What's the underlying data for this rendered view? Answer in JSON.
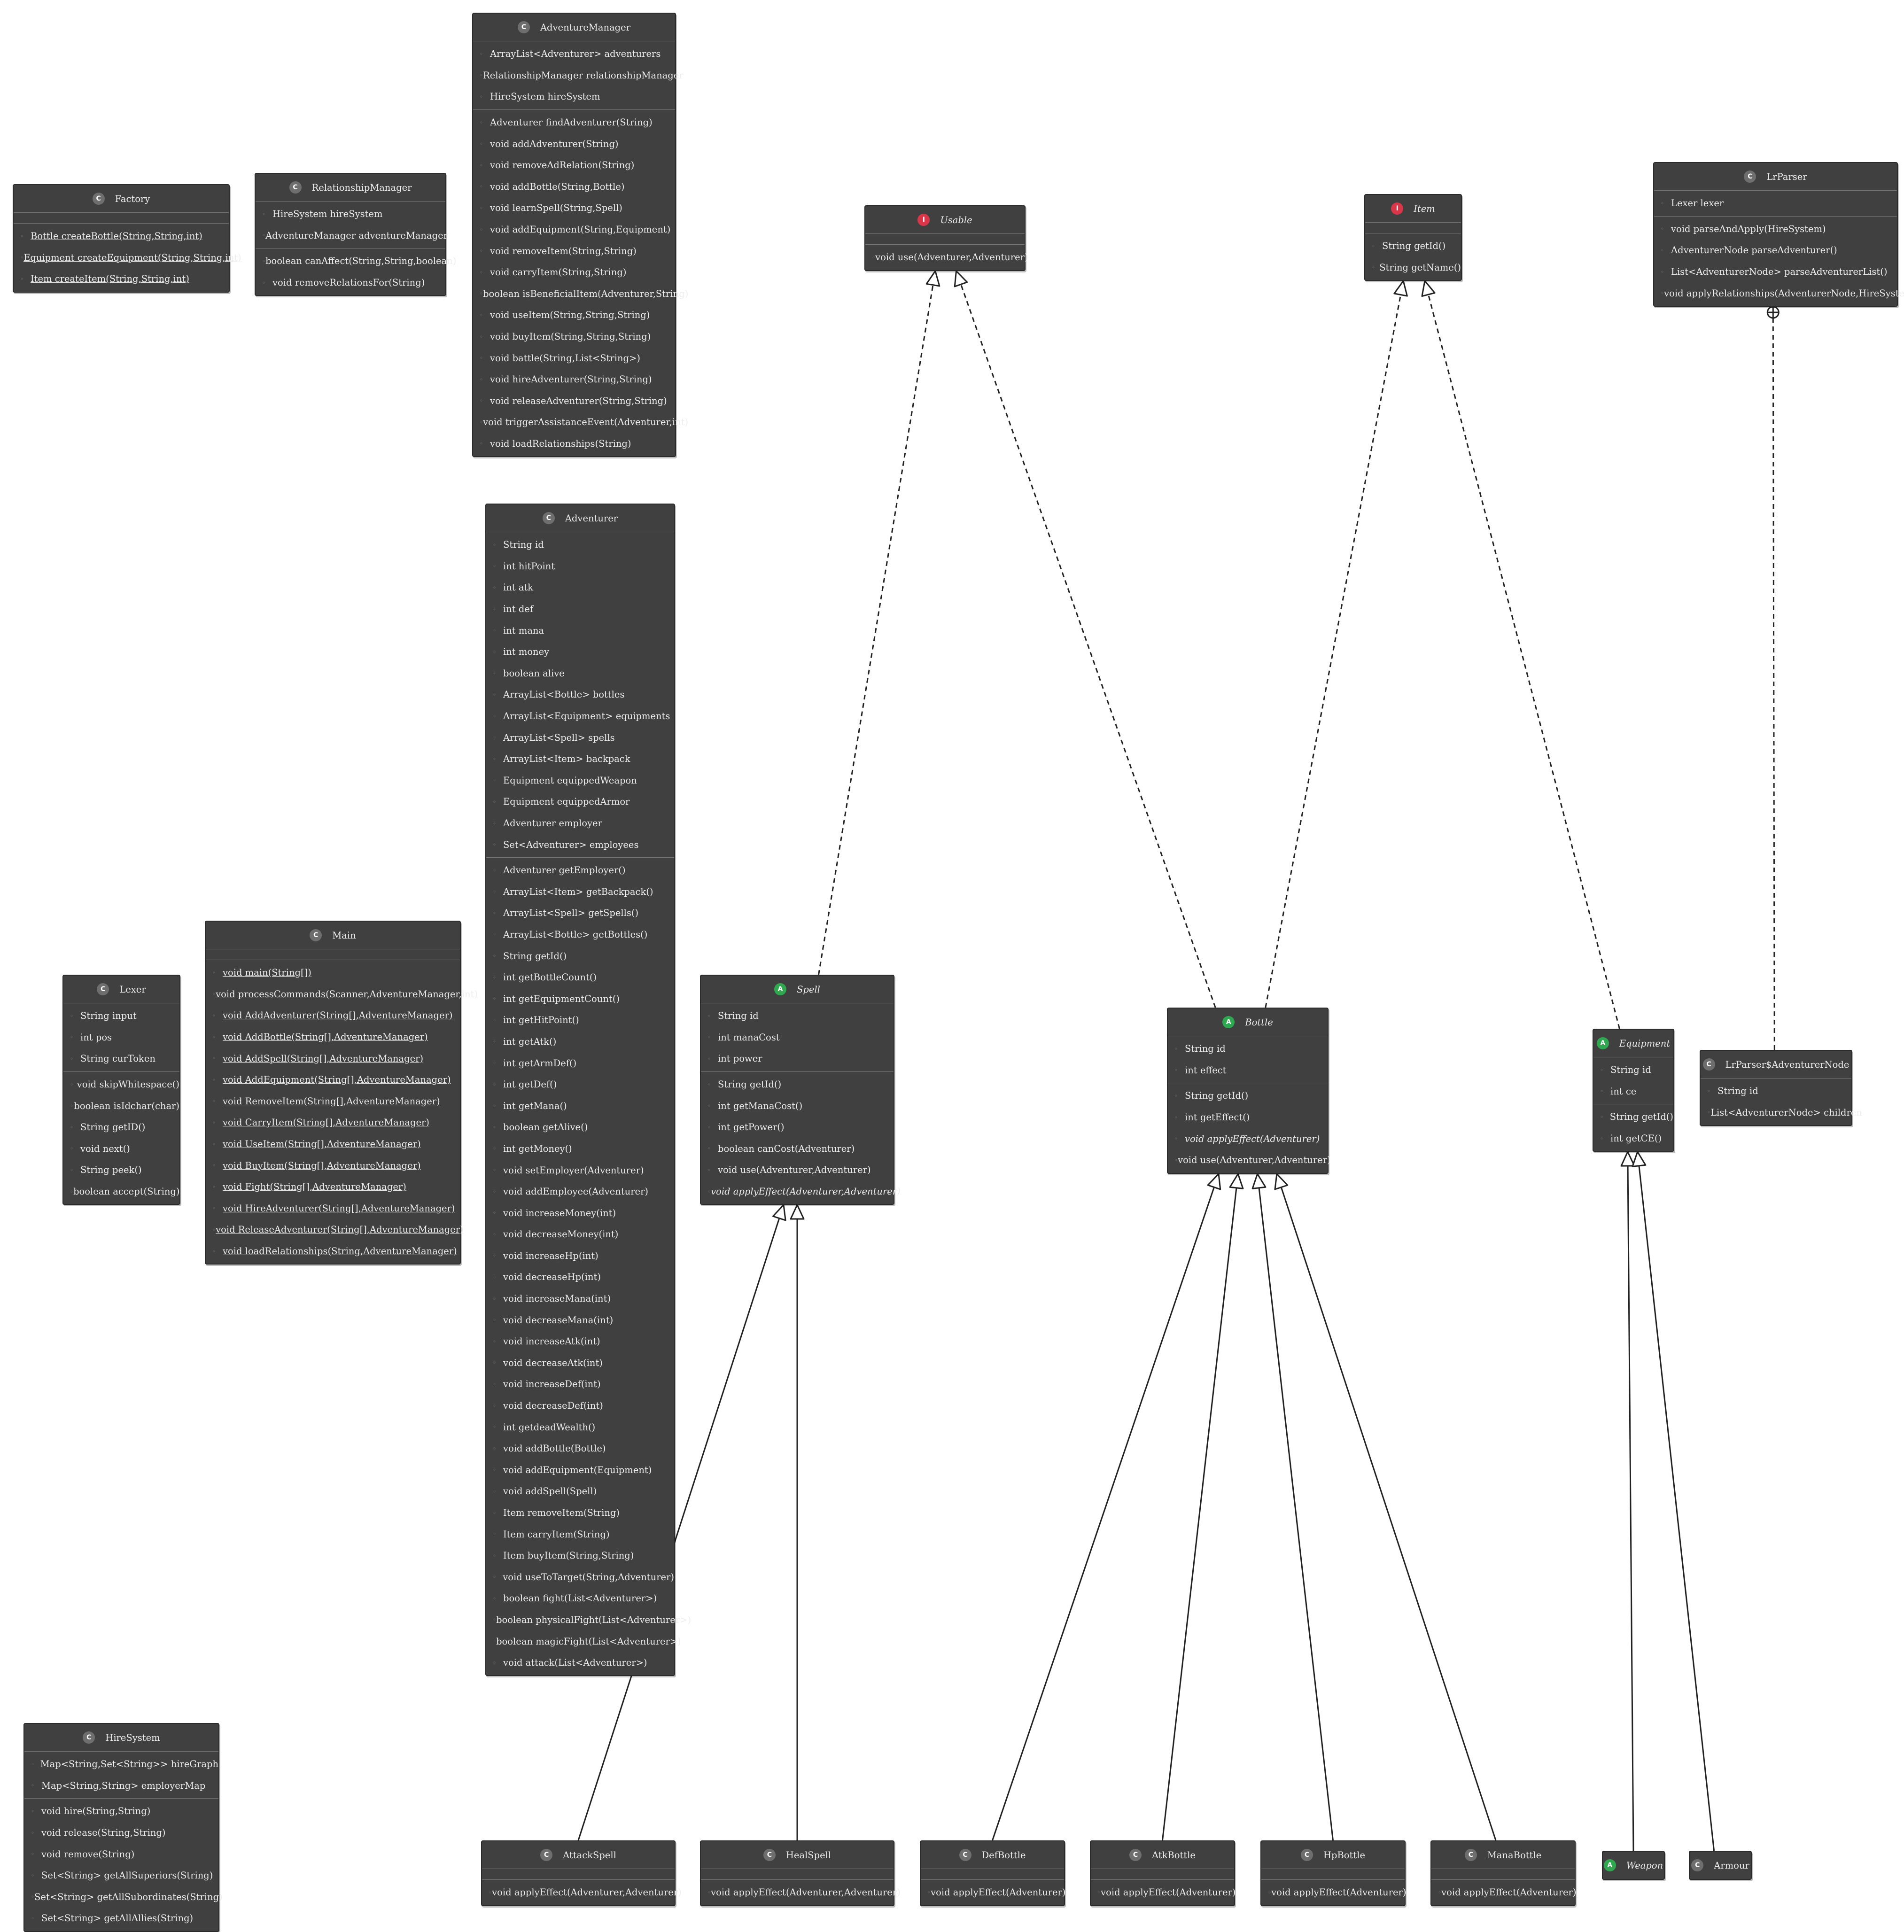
{
  "classes": {
    "AdventureManager": {
      "stereotype": "C",
      "kind": "class",
      "name": "AdventureManager",
      "fields": [
        "ArrayList<Adventurer> adventurers",
        "RelationshipManager relationshipManager",
        "HireSystem hireSystem"
      ],
      "methods": [
        "Adventurer findAdventurer(String)",
        "void addAdventurer(String)",
        "void removeAdRelation(String)",
        "void addBottle(String,Bottle)",
        "void learnSpell(String,Spell)",
        "void addEquipment(String,Equipment)",
        "void removeItem(String,String)",
        "void carryItem(String,String)",
        "boolean isBeneficialItem(Adventurer,String)",
        "void useItem(String,String,String)",
        "void buyItem(String,String,String)",
        "void battle(String,List<String>)",
        "void hireAdventurer(String,String)",
        "void releaseAdventurer(String,String)",
        "void triggerAssistanceEvent(Adventurer,int)",
        "void loadRelationships(String)"
      ]
    },
    "Factory": {
      "stereotype": "C",
      "kind": "class",
      "name": "Factory",
      "fields": [],
      "methods": [
        "Bottle createBottle(String,String,int)",
        "Equipment createEquipment(String,String,int)",
        "Item createItem(String,String,int)"
      ]
    },
    "RelationshipManager": {
      "stereotype": "C",
      "kind": "class",
      "name": "RelationshipManager",
      "fields": [
        "HireSystem hireSystem",
        "AdventureManager adventureManager"
      ],
      "methods": [
        "boolean canAffect(String,String,boolean)",
        "void removeRelationsFor(String)"
      ]
    },
    "Usable": {
      "stereotype": "I",
      "kind": "interface",
      "name": "Usable",
      "fields": [],
      "methods": [
        "void use(Adventurer,Adventurer)"
      ]
    },
    "Item": {
      "stereotype": "I",
      "kind": "interface",
      "name": "Item",
      "fields": [],
      "methods": [
        "String getId()",
        "String getName()"
      ]
    },
    "LrParser": {
      "stereotype": "C",
      "kind": "class",
      "name": "LrParser",
      "fields": [
        "Lexer lexer"
      ],
      "methods": [
        "void parseAndApply(HireSystem)",
        "AdventurerNode parseAdventurer()",
        "List<AdventurerNode> parseAdventurerList()",
        "void applyRelationships(AdventurerNode,HireSystem)"
      ]
    },
    "Adventurer": {
      "stereotype": "C",
      "kind": "class",
      "name": "Adventurer",
      "fields": [
        "String id",
        "int hitPoint",
        "int atk",
        "int def",
        "int mana",
        "int money",
        "boolean alive",
        "ArrayList<Bottle> bottles",
        "ArrayList<Equipment> equipments",
        "ArrayList<Spell> spells",
        "ArrayList<Item> backpack",
        "Equipment equippedWeapon",
        "Equipment equippedArmor",
        "Adventurer employer",
        "Set<Adventurer> employees"
      ],
      "methods": [
        "Adventurer getEmployer()",
        "ArrayList<Item> getBackpack()",
        "ArrayList<Spell> getSpells()",
        "ArrayList<Bottle> getBottles()",
        "String getId()",
        "int getBottleCount()",
        "int getEquipmentCount()",
        "int getHitPoint()",
        "int getAtk()",
        "int getArmDef()",
        "int getDef()",
        "int getMana()",
        "boolean getAlive()",
        "int getMoney()",
        "void setEmployer(Adventurer)",
        "void addEmployee(Adventurer)",
        "void increaseMoney(int)",
        "void decreaseMoney(int)",
        "void increaseHp(int)",
        "void decreaseHp(int)",
        "void increaseMana(int)",
        "void decreaseMana(int)",
        "void increaseAtk(int)",
        "void decreaseAtk(int)",
        "void increaseDef(int)",
        "void decreaseDef(int)",
        "int getdeadWealth()",
        "void addBottle(Bottle)",
        "void addEquipment(Equipment)",
        "void addSpell(Spell)",
        "Item removeItem(String)",
        "Item carryItem(String)",
        "Item buyItem(String,String)",
        "void useToTarget(String,Adventurer)",
        "boolean fight(List<Adventurer>)",
        "boolean physicalFight(List<Adventurer>)",
        "boolean magicFight(List<Adventurer>)",
        "void attack(List<Adventurer>)"
      ]
    },
    "Main": {
      "stereotype": "C",
      "kind": "class",
      "name": "Main",
      "fields": [],
      "methods": [
        "void main(String[])",
        "void processCommands(Scanner,AdventureManager,int)",
        "void AddAdventurer(String[],AdventureManager)",
        "void AddBottle(String[],AdventureManager)",
        "void AddSpell(String[],AdventureManager)",
        "void AddEquipment(String[],AdventureManager)",
        "void RemoveItem(String[],AdventureManager)",
        "void CarryItem(String[],AdventureManager)",
        "void UseItem(String[],AdventureManager)",
        "void BuyItem(String[],AdventureManager)",
        "void Fight(String[],AdventureManager)",
        "void HireAdventurer(String[],AdventureManager)",
        "void ReleaseAdventurer(String[],AdventureManager)",
        "void loadRelationships(String,AdventureManager)"
      ]
    },
    "Lexer": {
      "stereotype": "C",
      "kind": "class",
      "name": "Lexer",
      "fields": [
        "String input",
        "int pos",
        "String curToken"
      ],
      "methods": [
        "void skipWhitespace()",
        "boolean isIdchar(char)",
        "String getID()",
        "void next()",
        "String peek()",
        "boolean accept(String)"
      ]
    },
    "Spell": {
      "stereotype": "A",
      "kind": "abstract",
      "name": "Spell",
      "fields": [
        "String id",
        "int manaCost",
        "int power"
      ],
      "methods": [
        "String getId()",
        "int getManaCost()",
        "int getPower()",
        "boolean canCost(Adventurer)",
        "void use(Adventurer,Adventurer)",
        "void applyEffect(Adventurer,Adventurer)"
      ]
    },
    "Bottle": {
      "stereotype": "A",
      "kind": "abstract",
      "name": "Bottle",
      "fields": [
        "String id",
        "int effect"
      ],
      "methods": [
        "String getId()",
        "int getEffect()",
        "void applyEffect(Adventurer)",
        "void use(Adventurer,Adventurer)"
      ]
    },
    "Equipment": {
      "stereotype": "A",
      "kind": "abstract",
      "name": "Equipment",
      "fields": [
        "String id",
        "int ce"
      ],
      "methods": [
        "String getId()",
        "int getCE()"
      ]
    },
    "LrParserAdventurerNode": {
      "stereotype": "C",
      "kind": "class",
      "name": "LrParser$AdventurerNode",
      "fields": [
        "String id",
        "List<AdventurerNode> children"
      ],
      "methods": []
    },
    "HireSystem": {
      "stereotype": "C",
      "kind": "class",
      "name": "HireSystem",
      "fields": [
        "Map<String,Set<String>> hireGraph",
        "Map<String,String> employerMap"
      ],
      "methods": [
        "void hire(String,String)",
        "void release(String,String)",
        "void remove(String)",
        "Set<String> getAllSuperiors(String)",
        "Set<String> getAllSubordinates(String)",
        "Set<String> getAllAllies(String)"
      ]
    },
    "AttackSpell": {
      "stereotype": "C",
      "kind": "class",
      "name": "AttackSpell",
      "fields": [],
      "methods": [
        "void applyEffect(Adventurer,Adventurer)"
      ]
    },
    "HealSpell": {
      "stereotype": "C",
      "kind": "class",
      "name": "HealSpell",
      "fields": [],
      "methods": [
        "void applyEffect(Adventurer,Adventurer)"
      ]
    },
    "DefBottle": {
      "stereotype": "C",
      "kind": "class",
      "name": "DefBottle",
      "fields": [],
      "methods": [
        "void applyEffect(Adventurer)"
      ]
    },
    "AtkBottle": {
      "stereotype": "C",
      "kind": "class",
      "name": "AtkBottle",
      "fields": [],
      "methods": [
        "void applyEffect(Adventurer)"
      ]
    },
    "HpBottle": {
      "stereotype": "C",
      "kind": "class",
      "name": "HpBottle",
      "fields": [],
      "methods": [
        "void applyEffect(Adventurer)"
      ]
    },
    "ManaBottle": {
      "stereotype": "C",
      "kind": "class",
      "name": "ManaBottle",
      "fields": [],
      "methods": [
        "void applyEffect(Adventurer)"
      ]
    },
    "Weapon": {
      "stereotype": "A",
      "kind": "abstract",
      "name": "Weapon",
      "fields": [],
      "methods": []
    },
    "Armour": {
      "stereotype": "C",
      "kind": "class",
      "name": "Armour",
      "fields": [],
      "methods": []
    }
  },
  "relations": [
    {
      "from": "Spell",
      "to": "Usable",
      "type": "realization"
    },
    {
      "from": "Bottle",
      "to": "Usable",
      "type": "realization"
    },
    {
      "from": "Bottle",
      "to": "Item",
      "type": "realization"
    },
    {
      "from": "Equipment",
      "to": "Item",
      "type": "realization"
    },
    {
      "from": "LrParserAdventurerNode",
      "to": "LrParser",
      "type": "nested"
    },
    {
      "from": "AttackSpell",
      "to": "Spell",
      "type": "generalization"
    },
    {
      "from": "HealSpell",
      "to": "Spell",
      "type": "generalization"
    },
    {
      "from": "DefBottle",
      "to": "Bottle",
      "type": "generalization"
    },
    {
      "from": "AtkBottle",
      "to": "Bottle",
      "type": "generalization"
    },
    {
      "from": "HpBottle",
      "to": "Bottle",
      "type": "generalization"
    },
    {
      "from": "ManaBottle",
      "to": "Bottle",
      "type": "generalization"
    },
    {
      "from": "Weapon",
      "to": "Equipment",
      "type": "generalization"
    },
    {
      "from": "Armour",
      "to": "Equipment",
      "type": "generalization"
    }
  ],
  "colors": {
    "box_fill": "#404040",
    "box_text": "#eeeeee",
    "stereotype_class": "#6e6e6e",
    "stereotype_abstract": "#2fa84f",
    "stereotype_interface": "#d9364a",
    "edge": "#222222"
  }
}
